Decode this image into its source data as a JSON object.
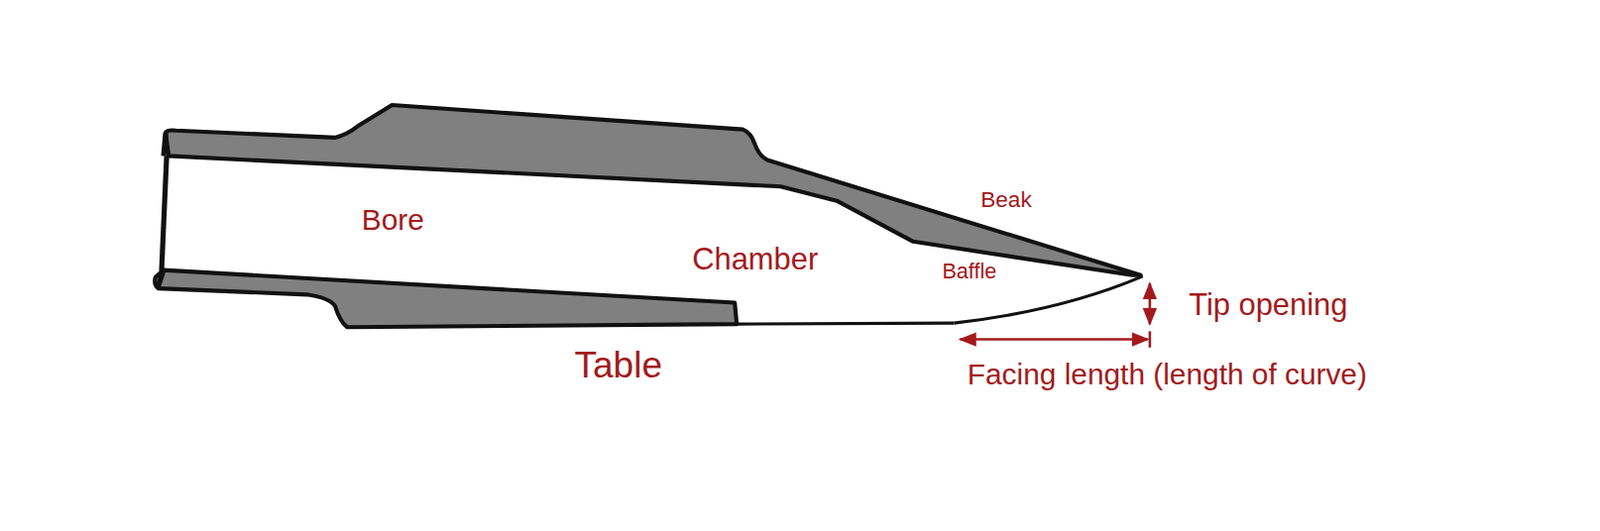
{
  "diagram": {
    "labels": [
      "Bore",
      "Chamber",
      "Beak",
      "Baffle",
      "Table",
      "Tip opening",
      "Facing length (length of curve)"
    ]
  }
}
